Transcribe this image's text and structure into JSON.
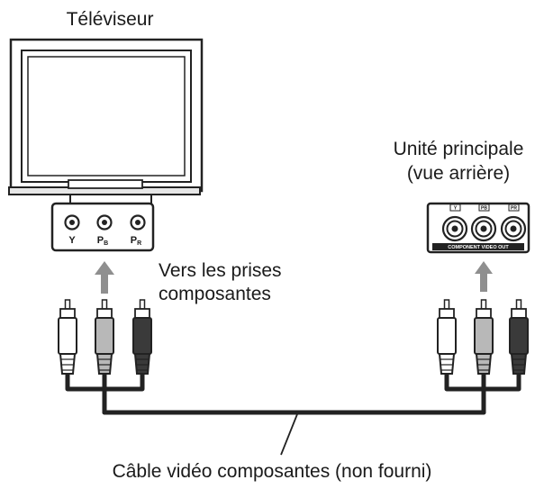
{
  "labels": {
    "tv": "Téléviseur",
    "main_unit_line1": "Unité principale",
    "main_unit_line2": "(vue arrière)",
    "to_jacks_line1": "Vers les prises",
    "to_jacks_line2": "composantes",
    "cable": "Câble vidéo composantes (non fourni)"
  },
  "tv_ports": {
    "y": "Y",
    "pb_main": "P",
    "pb_sub": "B",
    "pr_main": "P",
    "pr_sub": "R"
  },
  "unit_panel": {
    "port_tags": [
      "Y",
      "PB",
      "PR"
    ],
    "strip_label": "COMPONENT VIDEO OUT"
  },
  "plug_colors": {
    "y": "#ffffff",
    "pb": "#b8b8b8",
    "pr": "#3a3a3a"
  }
}
